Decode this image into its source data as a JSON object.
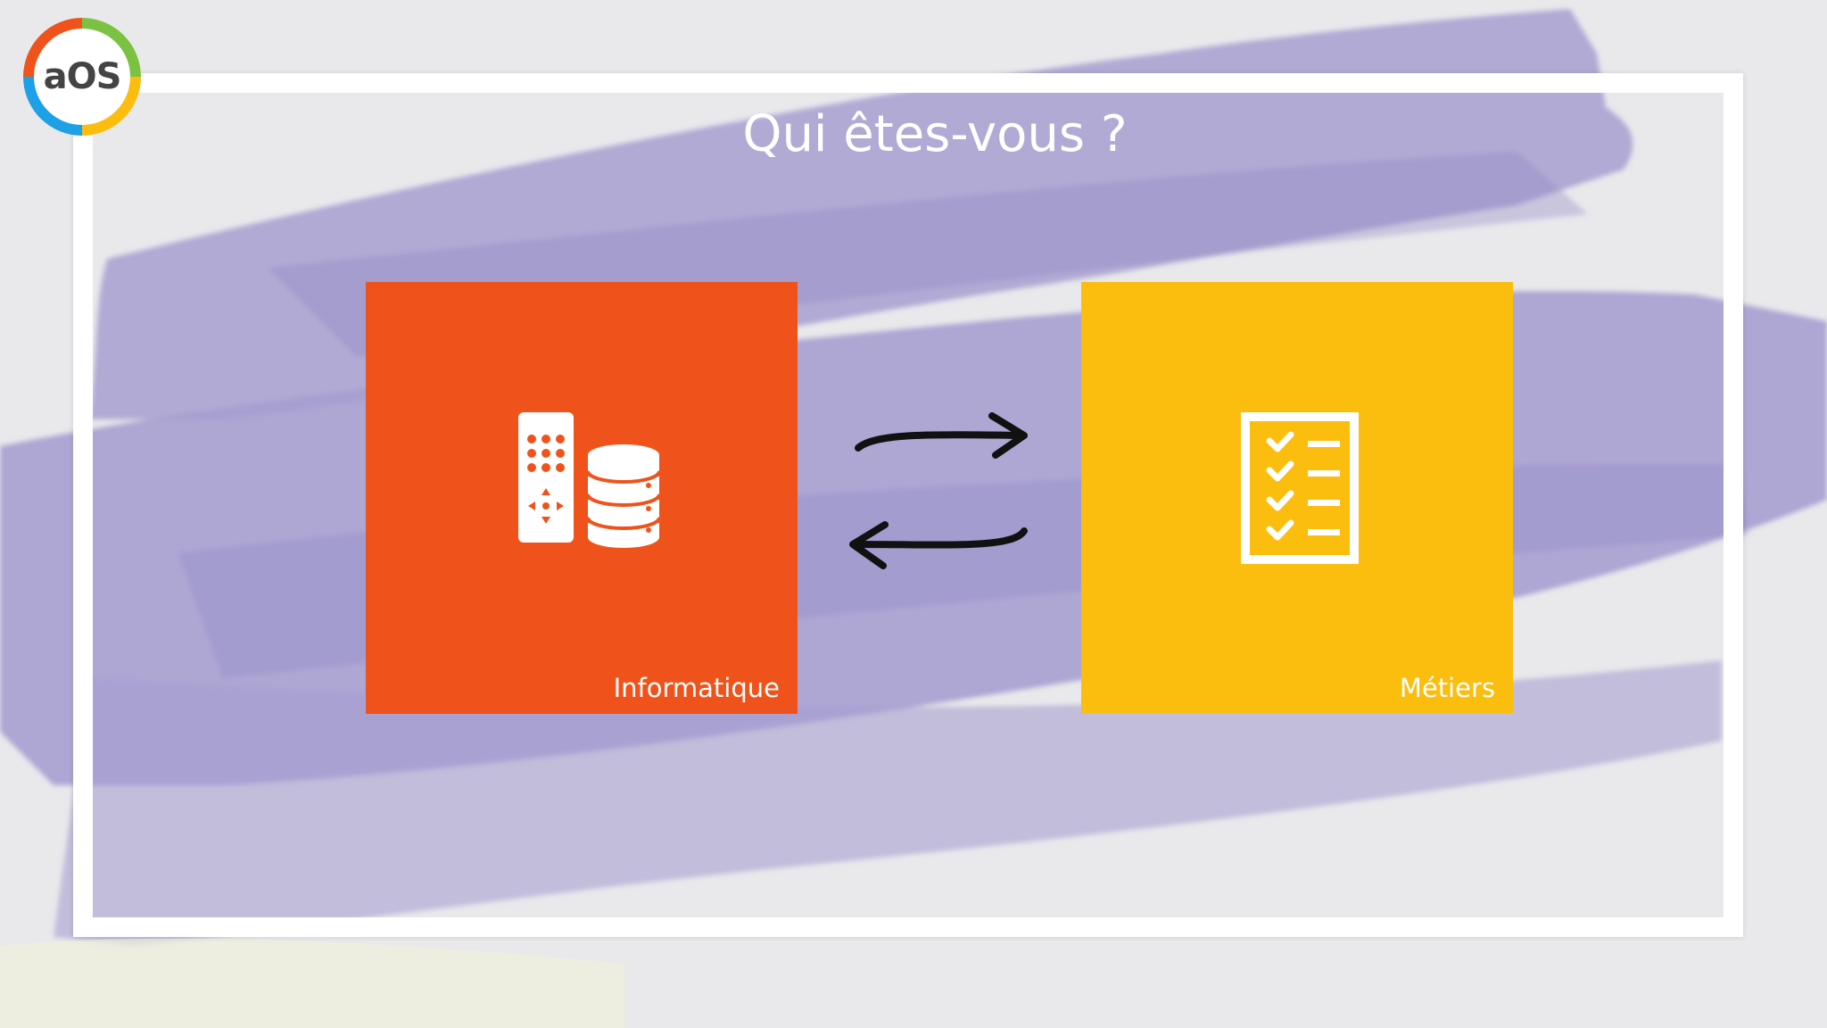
{
  "logo": {
    "text": "aOS"
  },
  "slide": {
    "title": "Qui êtes-vous ?"
  },
  "tiles": [
    {
      "label": "Informatique",
      "color": "#ef531b",
      "icon": "server-database-icon"
    },
    {
      "label": "Métiers",
      "color": "#fbbd0e",
      "icon": "checklist-icon"
    }
  ],
  "arrows": {
    "icon": "exchange-arrows-icon"
  },
  "colors": {
    "background": "#e9e9ec",
    "brush": "#a79fd0",
    "frame": "#ffffff",
    "logo_ring": [
      "#ef531b",
      "#7cc242",
      "#fbbd0e",
      "#1ea0e6"
    ]
  }
}
